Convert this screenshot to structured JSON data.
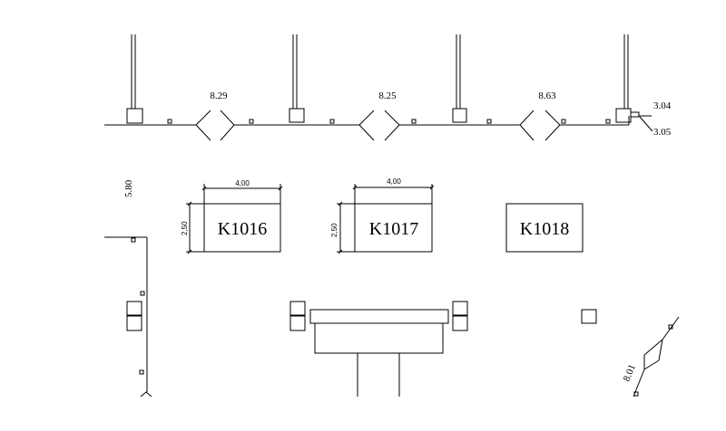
{
  "segments": {
    "seg1": "8.29",
    "seg2": "8.25",
    "seg3": "8.63",
    "end_top": "3.04",
    "end_bottom": "3.05",
    "left_vertical": "5.80",
    "bottom_right": "8.01"
  },
  "boxes": [
    {
      "label": "K1016",
      "width_dim": "4,00",
      "height_dim": "2,50"
    },
    {
      "label": "K1017",
      "width_dim": "4,00",
      "height_dim": "2,50"
    },
    {
      "label": "K1018"
    }
  ],
  "colors": {
    "line": "#000000",
    "background": "#ffffff"
  }
}
